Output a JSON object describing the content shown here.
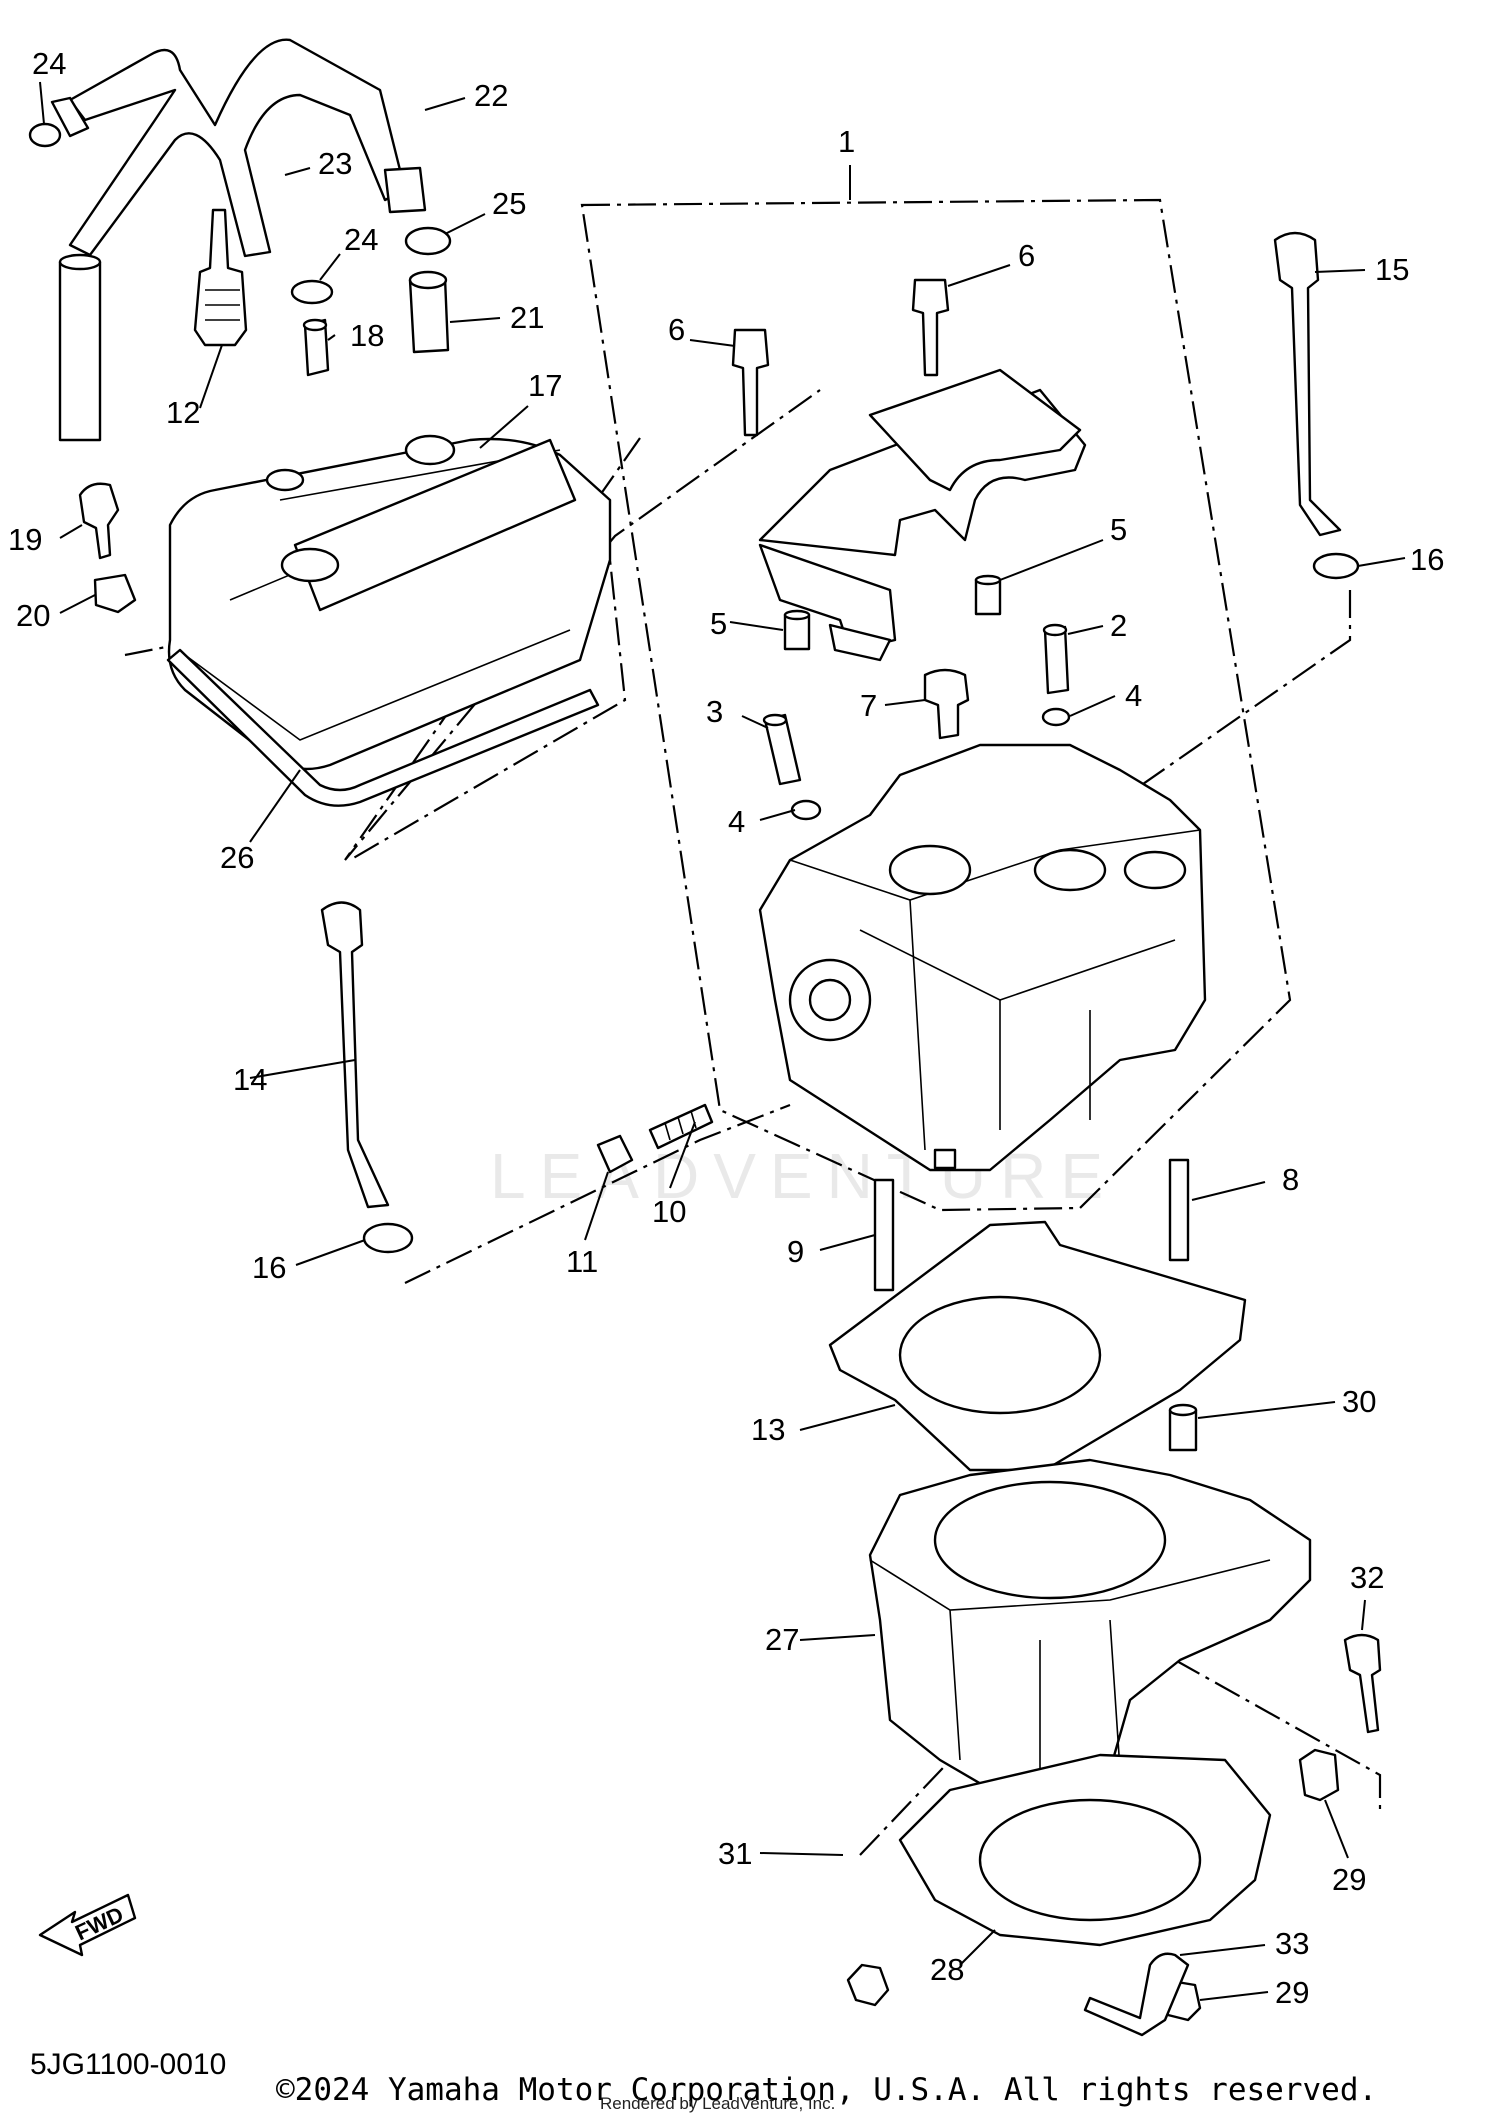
{
  "diagram_code": "5JG1100-0010",
  "copyright": "©2024 Yamaha Motor Corporation, U.S.A. All rights reserved.",
  "rendered_by": "Rendered by LeadVenture, Inc.",
  "watermark": "LEADVENTURE",
  "fwd_label": "FWD",
  "callouts": [
    "1",
    "2",
    "3",
    "4",
    "4",
    "5",
    "5",
    "6",
    "6",
    "7",
    "8",
    "9",
    "10",
    "11",
    "12",
    "13",
    "14",
    "15",
    "16",
    "16",
    "17",
    "18",
    "19",
    "20",
    "21",
    "22",
    "23",
    "24",
    "24",
    "25",
    "26",
    "27",
    "28",
    "29",
    "29",
    "30",
    "31",
    "32",
    "33"
  ]
}
